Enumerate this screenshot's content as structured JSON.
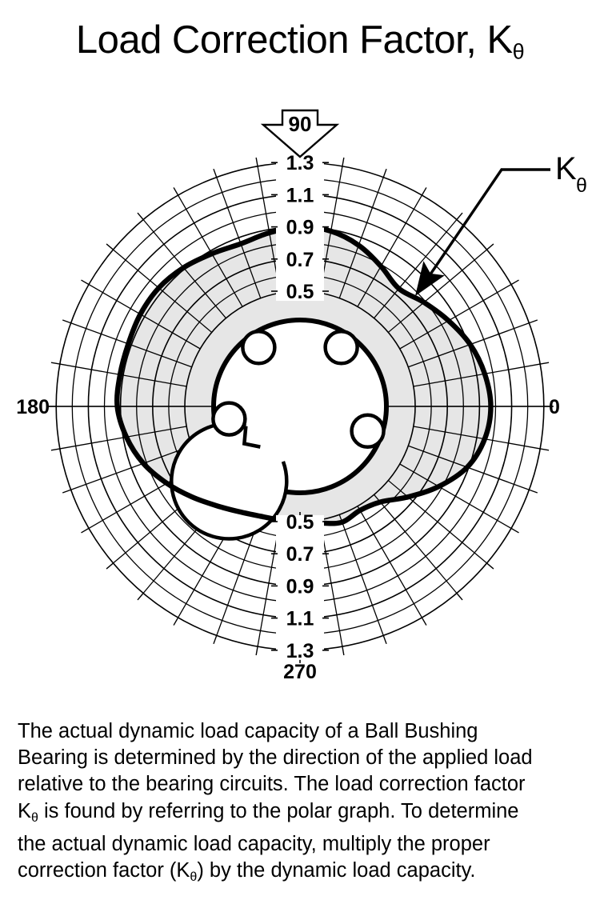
{
  "title": {
    "main": "Load Correction Factor, K",
    "subscript": "θ"
  },
  "chart_data": {
    "type": "line",
    "subtype": "polar",
    "title": "Load Correction Factor, Kθ",
    "series_name": "Kθ",
    "theta_unit": "degrees",
    "r_label": "Kθ",
    "rlim": [
      0.0,
      1.3
    ],
    "r_ticks_top": [
      "1.3",
      "1.1",
      "0.9",
      "0.7",
      "0.5"
    ],
    "r_ticks_bottom": [
      "0.5",
      "0.7",
      "0.9",
      "1.1",
      "1.3"
    ],
    "r_tick_values": [
      0.5,
      0.7,
      0.9,
      1.1,
      1.3
    ],
    "r_inner_value": 0.5,
    "angle_labels": [
      "0",
      "90",
      "180",
      "270"
    ],
    "angle_label_0": "0",
    "angle_label_90": "90",
    "angle_label_180": "180",
    "angle_label_270": "270",
    "angle_grid_step_deg": 10,
    "grid": true,
    "legend": "none",
    "annotation_label": "Kθ",
    "load_arrow_label": "90",
    "fill_color": "#e6e6e6",
    "line_color": "#000000",
    "theta_deg": [
      0,
      10,
      20,
      30,
      40,
      50,
      60,
      70,
      80,
      90,
      100,
      110,
      120,
      130,
      140,
      150,
      160,
      170,
      180,
      190,
      200,
      210,
      220,
      230,
      240,
      250,
      260,
      270,
      280,
      290,
      300,
      310,
      320,
      330,
      340,
      350
    ],
    "r_values": [
      0.97,
      0.95,
      0.91,
      0.85,
      0.79,
      0.74,
      0.79,
      0.85,
      0.89,
      0.9,
      0.88,
      0.86,
      0.88,
      0.91,
      0.93,
      0.93,
      0.92,
      0.92,
      0.92,
      0.88,
      0.82,
      0.74,
      0.66,
      0.59,
      0.54,
      0.51,
      0.5,
      0.5,
      0.52,
      0.55,
      0.53,
      0.56,
      0.66,
      0.78,
      0.89,
      0.95
    ]
  },
  "bearing": {
    "name": "ball-bushing-bearing-cross-section",
    "ball_circuit_count": 4,
    "ball_circuit_angles_deg": [
      125,
      55,
      190,
      340
    ]
  },
  "paragraph": {
    "line1": "The actual dynamic load capacity of a Ball Bushing",
    "line2": "Bearing is determined by the direction of the applied load",
    "line3_a": "relative to the bearing circuits. The load correction factor",
    "line4_a": "K",
    "line4_sub": "θ",
    "line4_b": " is found by referring to the polar graph. To determine",
    "line5": "the actual dynamic load capacity, multiply the proper",
    "line6_a": "correction factor (K",
    "line6_sub": "θ",
    "line6_b": ") by the dynamic load capacity."
  }
}
